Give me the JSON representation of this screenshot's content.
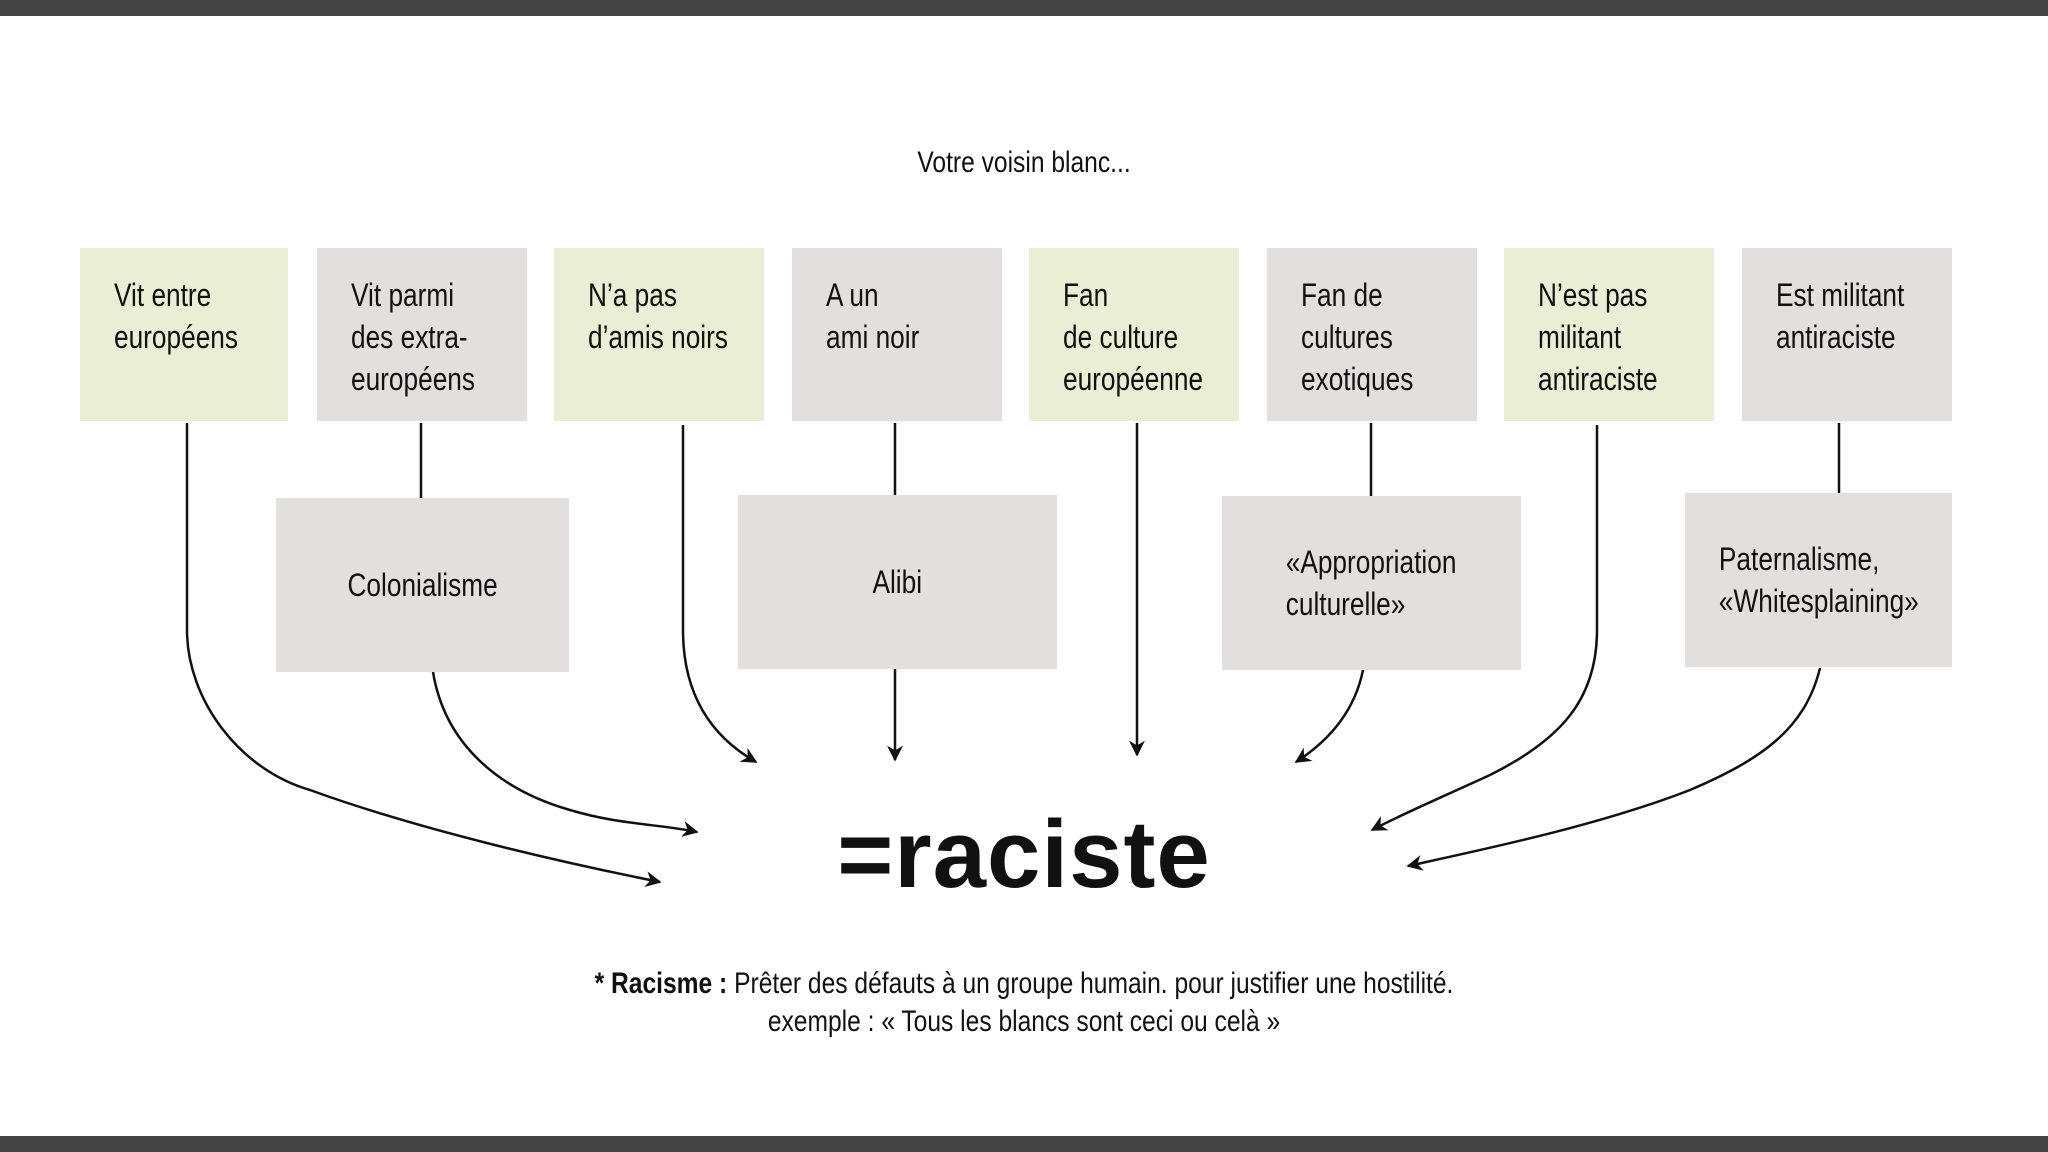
{
  "title": "Votre voisin blanc...",
  "top_boxes": [
    {
      "label": "Vit entre\neuropéens",
      "color": "#e9eed4"
    },
    {
      "label": "Vit parmi\ndes extra-\neuropéens",
      "color": "#e3dfdf"
    },
    {
      "label": "N’a pas\nd’amis noirs",
      "color": "#e9eed4"
    },
    {
      "label": "A un\nami noir",
      "color": "#e3dfdf"
    },
    {
      "label": "Fan\nde culture\neuropéenne",
      "color": "#e9eed4"
    },
    {
      "label": "Fan de\ncultures\nexotiques",
      "color": "#e3dfdf"
    },
    {
      "label": "N’est pas\nmilitant\nantiraciste",
      "color": "#e9eed4"
    },
    {
      "label": "Est militant\nantiraciste",
      "color": "#e3dfdf"
    }
  ],
  "mid_boxes": [
    {
      "label": "Colonialisme"
    },
    {
      "label": "Alibi"
    },
    {
      "label": "«Appropriation\nculturelle»"
    },
    {
      "label": "Paternalisme,\n«Whitesplaining»"
    }
  ],
  "result": "=raciste",
  "definition": {
    "marker": "*",
    "term": "Racisme :",
    "text": "Prêter des défauts à un groupe humain. pour justifier une hostilité.",
    "example": "exemple : « Tous les blancs sont ceci ou celà »"
  },
  "colors": {
    "green": "#e9eed4",
    "gray": "#e3dfdf",
    "bars": "#444444",
    "ink": "#111111"
  }
}
